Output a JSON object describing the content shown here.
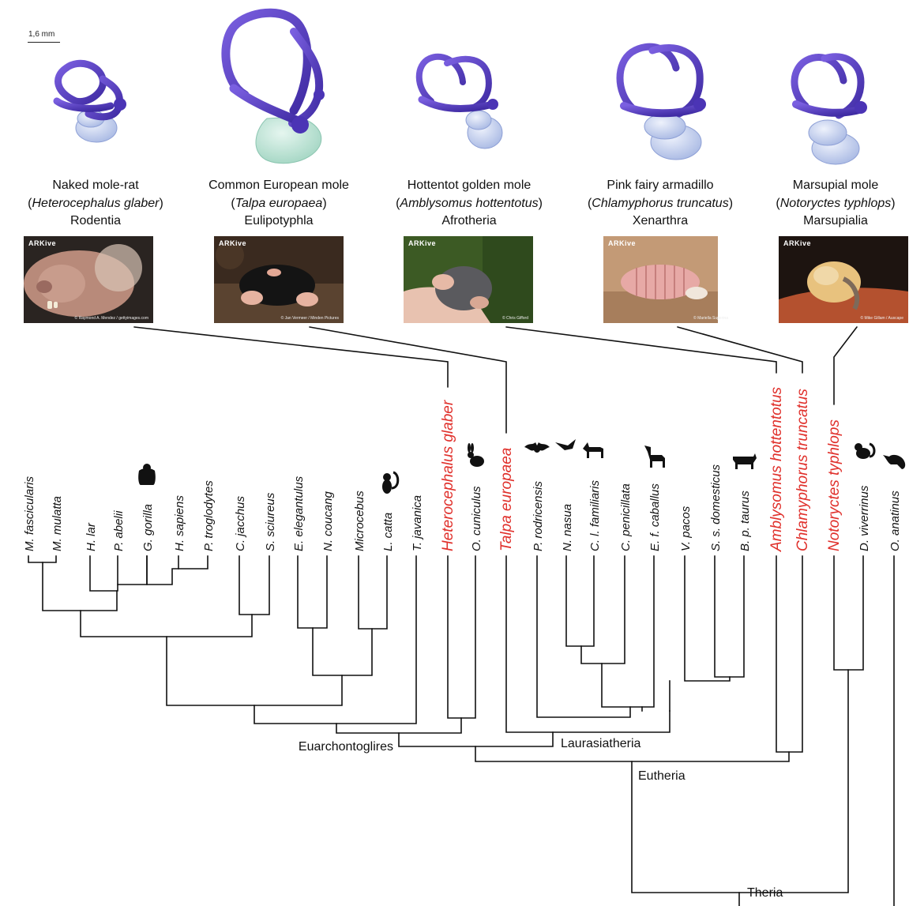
{
  "scale_bar": {
    "label": "1,6 mm"
  },
  "colors": {
    "ink": "#111111",
    "highlight": "#e0302b",
    "canal": "#5b3fc4",
    "cochlea": "#b7c7ec",
    "cochlea_mole": "#a9dcc9"
  },
  "species_panels": [
    {
      "common": "Naked mole-rat",
      "scientific": "Heterocephalus glaber",
      "clade": "Rodentia",
      "photo_credit": "© Raymond A. Mendez / gettyimages.com"
    },
    {
      "common": "Common European mole",
      "scientific": "Talpa europaea",
      "clade": "Eulipotyphla",
      "photo_credit": "© Jan Vermeer / Minden Pictures"
    },
    {
      "common": "Hottentot golden mole",
      "scientific": "Amblysomus hottentotus",
      "clade": "Afrotheria",
      "photo_credit": "© Chris Gifford"
    },
    {
      "common": "Pink fairy armadillo",
      "scientific": "Chlamyphorus truncatus",
      "clade": "Xenarthra",
      "photo_credit": "© Mariella Superina"
    },
    {
      "common": "Marsupial mole",
      "scientific": "Notoryctes typhlops",
      "clade": "Marsupialia",
      "photo_credit": "© Mike Gillam / Auscape"
    }
  ],
  "photo_watermark": "ARKive",
  "taxa": [
    {
      "name": "M. fascicularis",
      "highlight": false,
      "icon": ""
    },
    {
      "name": "M. mulatta",
      "highlight": false,
      "icon": ""
    },
    {
      "name": "H. lar",
      "highlight": false,
      "icon": ""
    },
    {
      "name": "P. abelii",
      "highlight": false,
      "icon": ""
    },
    {
      "name": "G. gorilla",
      "highlight": false,
      "icon": "gorilla-icon"
    },
    {
      "name": "H. sapiens",
      "highlight": false,
      "icon": ""
    },
    {
      "name": "P. troglodytes",
      "highlight": false,
      "icon": ""
    },
    {
      "name": "C. jacchus",
      "highlight": false,
      "icon": ""
    },
    {
      "name": "S. sciureus",
      "highlight": false,
      "icon": ""
    },
    {
      "name": "E. elegantulus",
      "highlight": false,
      "icon": ""
    },
    {
      "name": "N. coucang",
      "highlight": false,
      "icon": ""
    },
    {
      "name": "Microcebus",
      "highlight": false,
      "icon": ""
    },
    {
      "name": "L. catta",
      "highlight": false,
      "icon": "lemur-icon"
    },
    {
      "name": "T. javanica",
      "highlight": false,
      "icon": ""
    },
    {
      "name": "Heterocephalus glaber",
      "highlight": true,
      "icon": ""
    },
    {
      "name": "O. cuniculus",
      "highlight": false,
      "icon": "rabbit-icon"
    },
    {
      "name": "Talpa europaea",
      "highlight": true,
      "icon": ""
    },
    {
      "name": "P. rodricensis",
      "highlight": false,
      "icon": "bat-icon"
    },
    {
      "name": "N. nasua",
      "highlight": false,
      "icon": "bird-icon"
    },
    {
      "name": "C. l. familiaris",
      "highlight": false,
      "icon": "dog-icon"
    },
    {
      "name": "C. penicillata",
      "highlight": false,
      "icon": ""
    },
    {
      "name": "E. f. caballus",
      "highlight": false,
      "icon": "horse-icon"
    },
    {
      "name": "V. pacos",
      "highlight": false,
      "icon": ""
    },
    {
      "name": "S. s. domesticus",
      "highlight": false,
      "icon": ""
    },
    {
      "name": "B. p. taurus",
      "highlight": false,
      "icon": "cow-icon"
    },
    {
      "name": "Amblysomus hottentotus",
      "highlight": true,
      "icon": ""
    },
    {
      "name": "Chlamyphorus truncatus",
      "highlight": true,
      "icon": ""
    },
    {
      "name": "Notoryctes typhlops",
      "highlight": true,
      "icon": ""
    },
    {
      "name": "D. viverrinus",
      "highlight": false,
      "icon": "dasyurid-icon"
    },
    {
      "name": "O. anatinus",
      "highlight": false,
      "icon": "platypus-icon"
    }
  ],
  "clade_labels": {
    "euarchontoglires": "Euarchontoglires",
    "laurasiatheria": "Laurasiatheria",
    "eutheria": "Eutheria",
    "theria": "Theria"
  }
}
